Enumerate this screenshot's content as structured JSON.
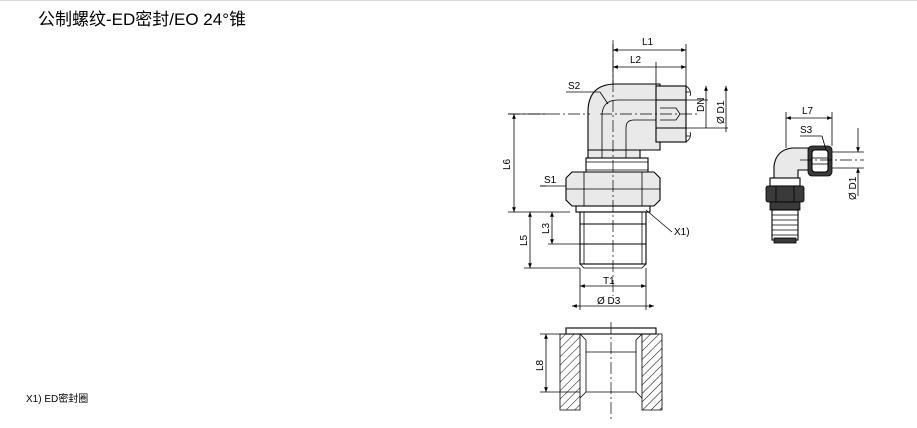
{
  "title": "公制螺纹-ED密封/EO 24°锥",
  "footnote": "X1) ED密封圈",
  "dimensions": {
    "L1": "L1",
    "L2": "L2",
    "L3": "L3",
    "L5": "L5",
    "L6": "L6",
    "L7": "L7",
    "L8": "L8",
    "S1": "S1",
    "S2": "S2",
    "S3": "S3",
    "T1": "T1",
    "D1": "Ø D1",
    "D1_small": "Ø D1",
    "D3": "Ø D3",
    "DN": "DN",
    "X1": "X1)"
  }
}
